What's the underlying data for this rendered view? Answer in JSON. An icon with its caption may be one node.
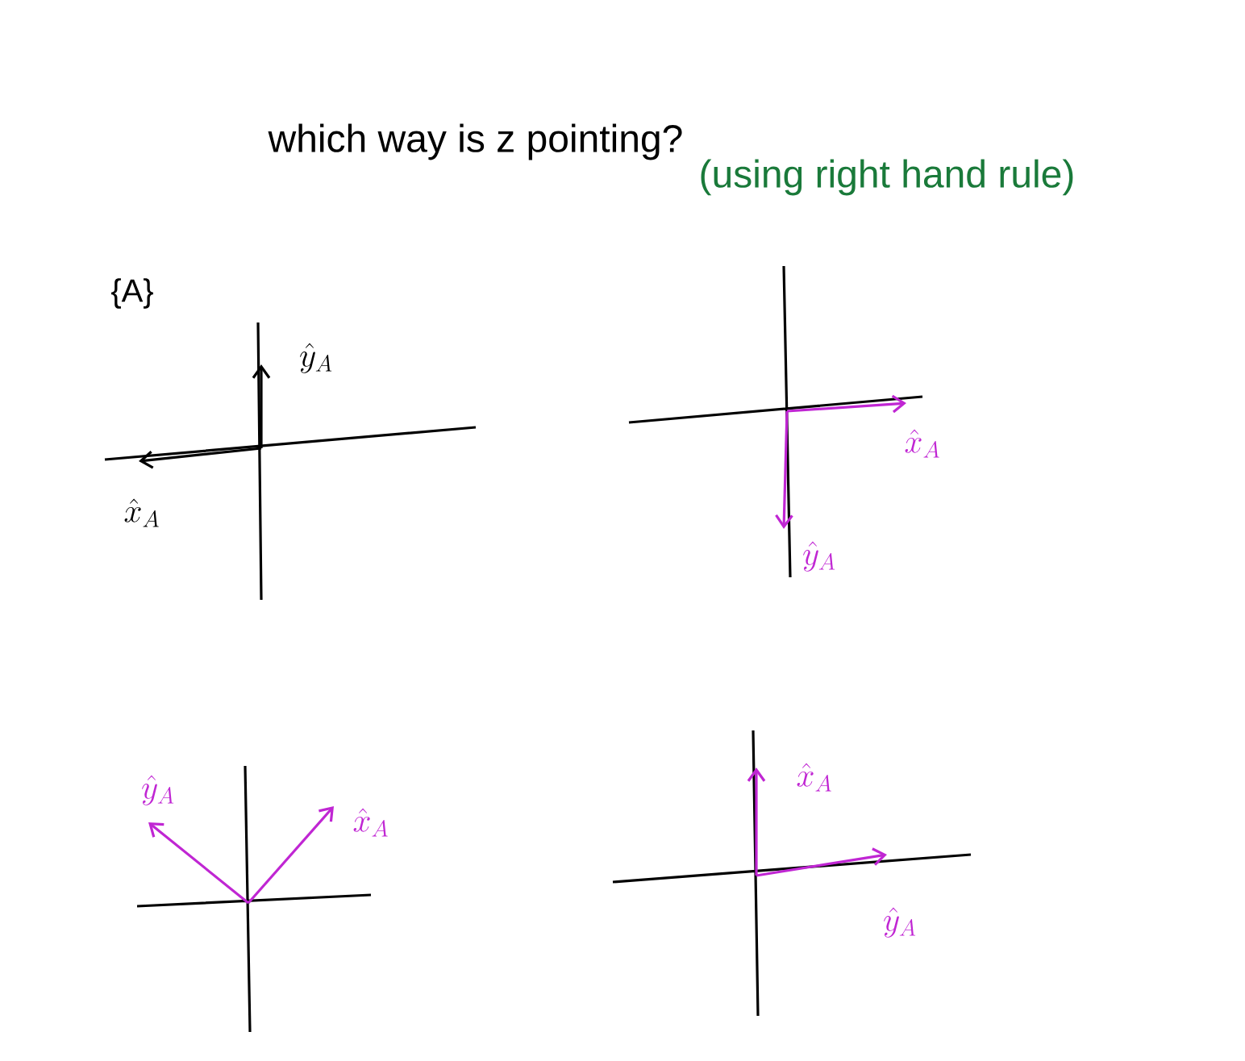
{
  "diagram": {
    "title": "which way is z pointing?",
    "labels": [
      "(using right hand rule)",
      "{A}",
      "\\hat{y}_A",
      "\\hat{x}_A",
      "\\hat{x}_A",
      "\\hat{y}_A",
      "\\hat{y}_A",
      "\\hat{x}_A",
      "\\hat{x}_A",
      "\\hat{y}_A"
    ]
  }
}
